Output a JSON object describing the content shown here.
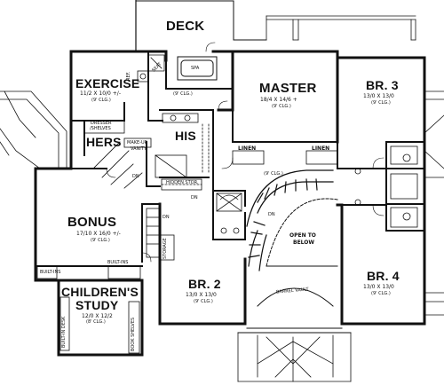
{
  "rooms": {
    "deck": {
      "name": "DECK"
    },
    "exercise": {
      "name": "EXERCISE",
      "dims": "11/2 X 10/0 +/-",
      "ceiling": "(9' CLG.)"
    },
    "master": {
      "name": "MASTER",
      "dims": "18/4 X 14/6 +",
      "ceiling": "(9' CLG.)"
    },
    "br3": {
      "name": "BR. 3",
      "dims": "13/0 X 13/0",
      "ceiling": "(9' CLG.)"
    },
    "hers": {
      "name": "HERS"
    },
    "his": {
      "name": "HIS"
    },
    "bonus": {
      "name": "BONUS",
      "dims": "17/10 X 16/0 +/-",
      "ceiling": "(9' CLG.)"
    },
    "br2": {
      "name": "BR. 2",
      "dims": "13/0 X 13/0",
      "ceiling": "(9' CLG.)"
    },
    "br4": {
      "name": "BR. 4",
      "dims": "13/0 X 13/0",
      "ceiling": "(9' CLG.)"
    },
    "study": {
      "name1": "CHILDREN'S",
      "name2": "STUDY",
      "dims": "12/0 X 12/2",
      "ceiling": "(8' CLG.)"
    }
  },
  "labels": {
    "spa": "SPA",
    "seat": "SEAT",
    "ref": "REF.",
    "master_bath_clg": "(9' CLG.)",
    "dresser1": "DRESSER",
    "dresser2": "/SHELVES",
    "makeup1": "MAKE-UP",
    "makeup2": "VANITY",
    "dn_hers": "DN",
    "hidden_stor": "HIDDEN STOR.",
    "linen1": "LINEN",
    "linen2": "LINEN",
    "hall_clg": "(9' CLG.)",
    "dn_bonus": "DN",
    "dn_stair": "DN",
    "storage": "STORAGE",
    "open1": "OPEN TO",
    "open2": "BELOW",
    "dn_main": "DN",
    "built_ins1": "BUILT-INS",
    "built_ins2": "BUILT-INS",
    "built_in_desk": "BUILT-IN DESK",
    "book_shelves": "BOOK SHELVES",
    "barrel_vault": "BARREL VAULT"
  }
}
